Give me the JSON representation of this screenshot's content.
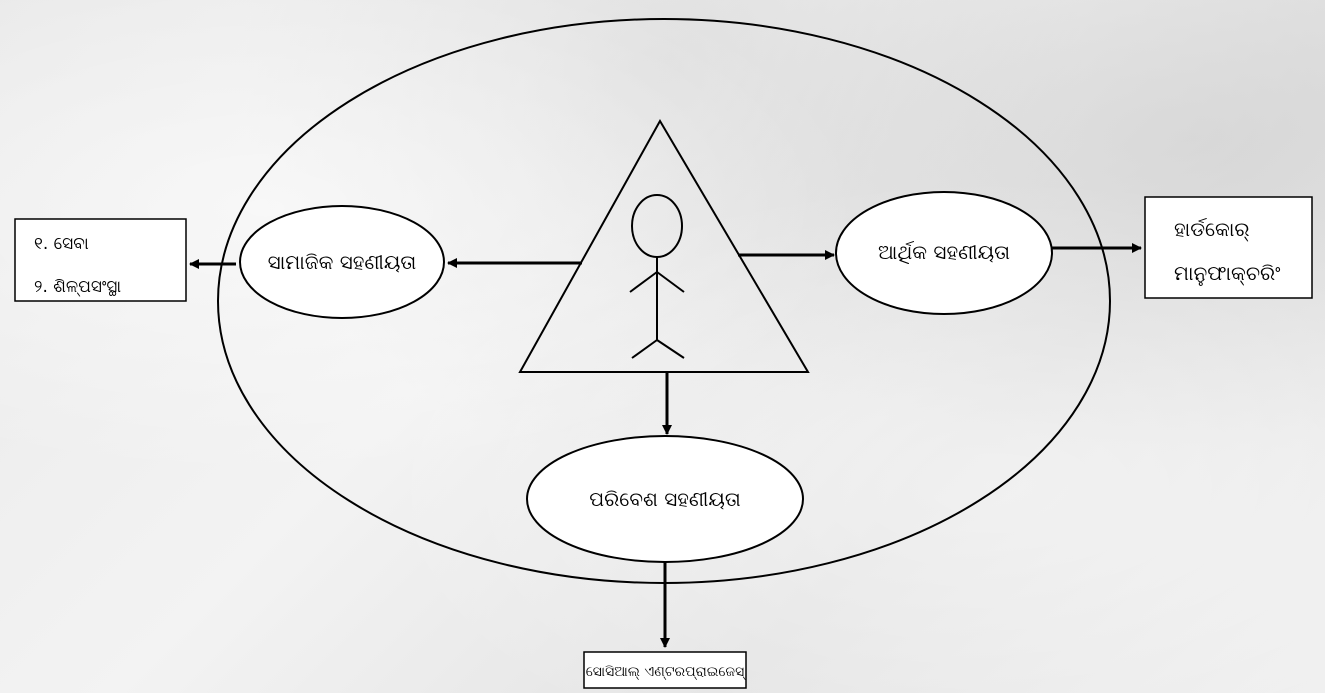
{
  "diagram": {
    "center_label_left": "ସାମାଜିକ ସହଣୀୟତା",
    "center_label_right": "ଆର୍ଥିକ ସହଣୀୟତା",
    "center_label_bottom": "ପରିବେଶ ସହଣୀୟତା",
    "left_box": {
      "line1": "୧. ସେବା",
      "line2": "୨. ଶିଳ୍ପସଂସ୍ଥା"
    },
    "right_box": {
      "line1": "ହାର୍ଡକୋର୍",
      "line2": "ମାନୁଫାକ୍‌ଚରିଂ"
    },
    "bottom_box": {
      "label": "ସୋସିଆଲ୍ ଏଣ୍ଟରପ୍ରାଇଜେସ୍"
    },
    "icons": {
      "center_figure": "person-stick-figure-icon"
    }
  }
}
